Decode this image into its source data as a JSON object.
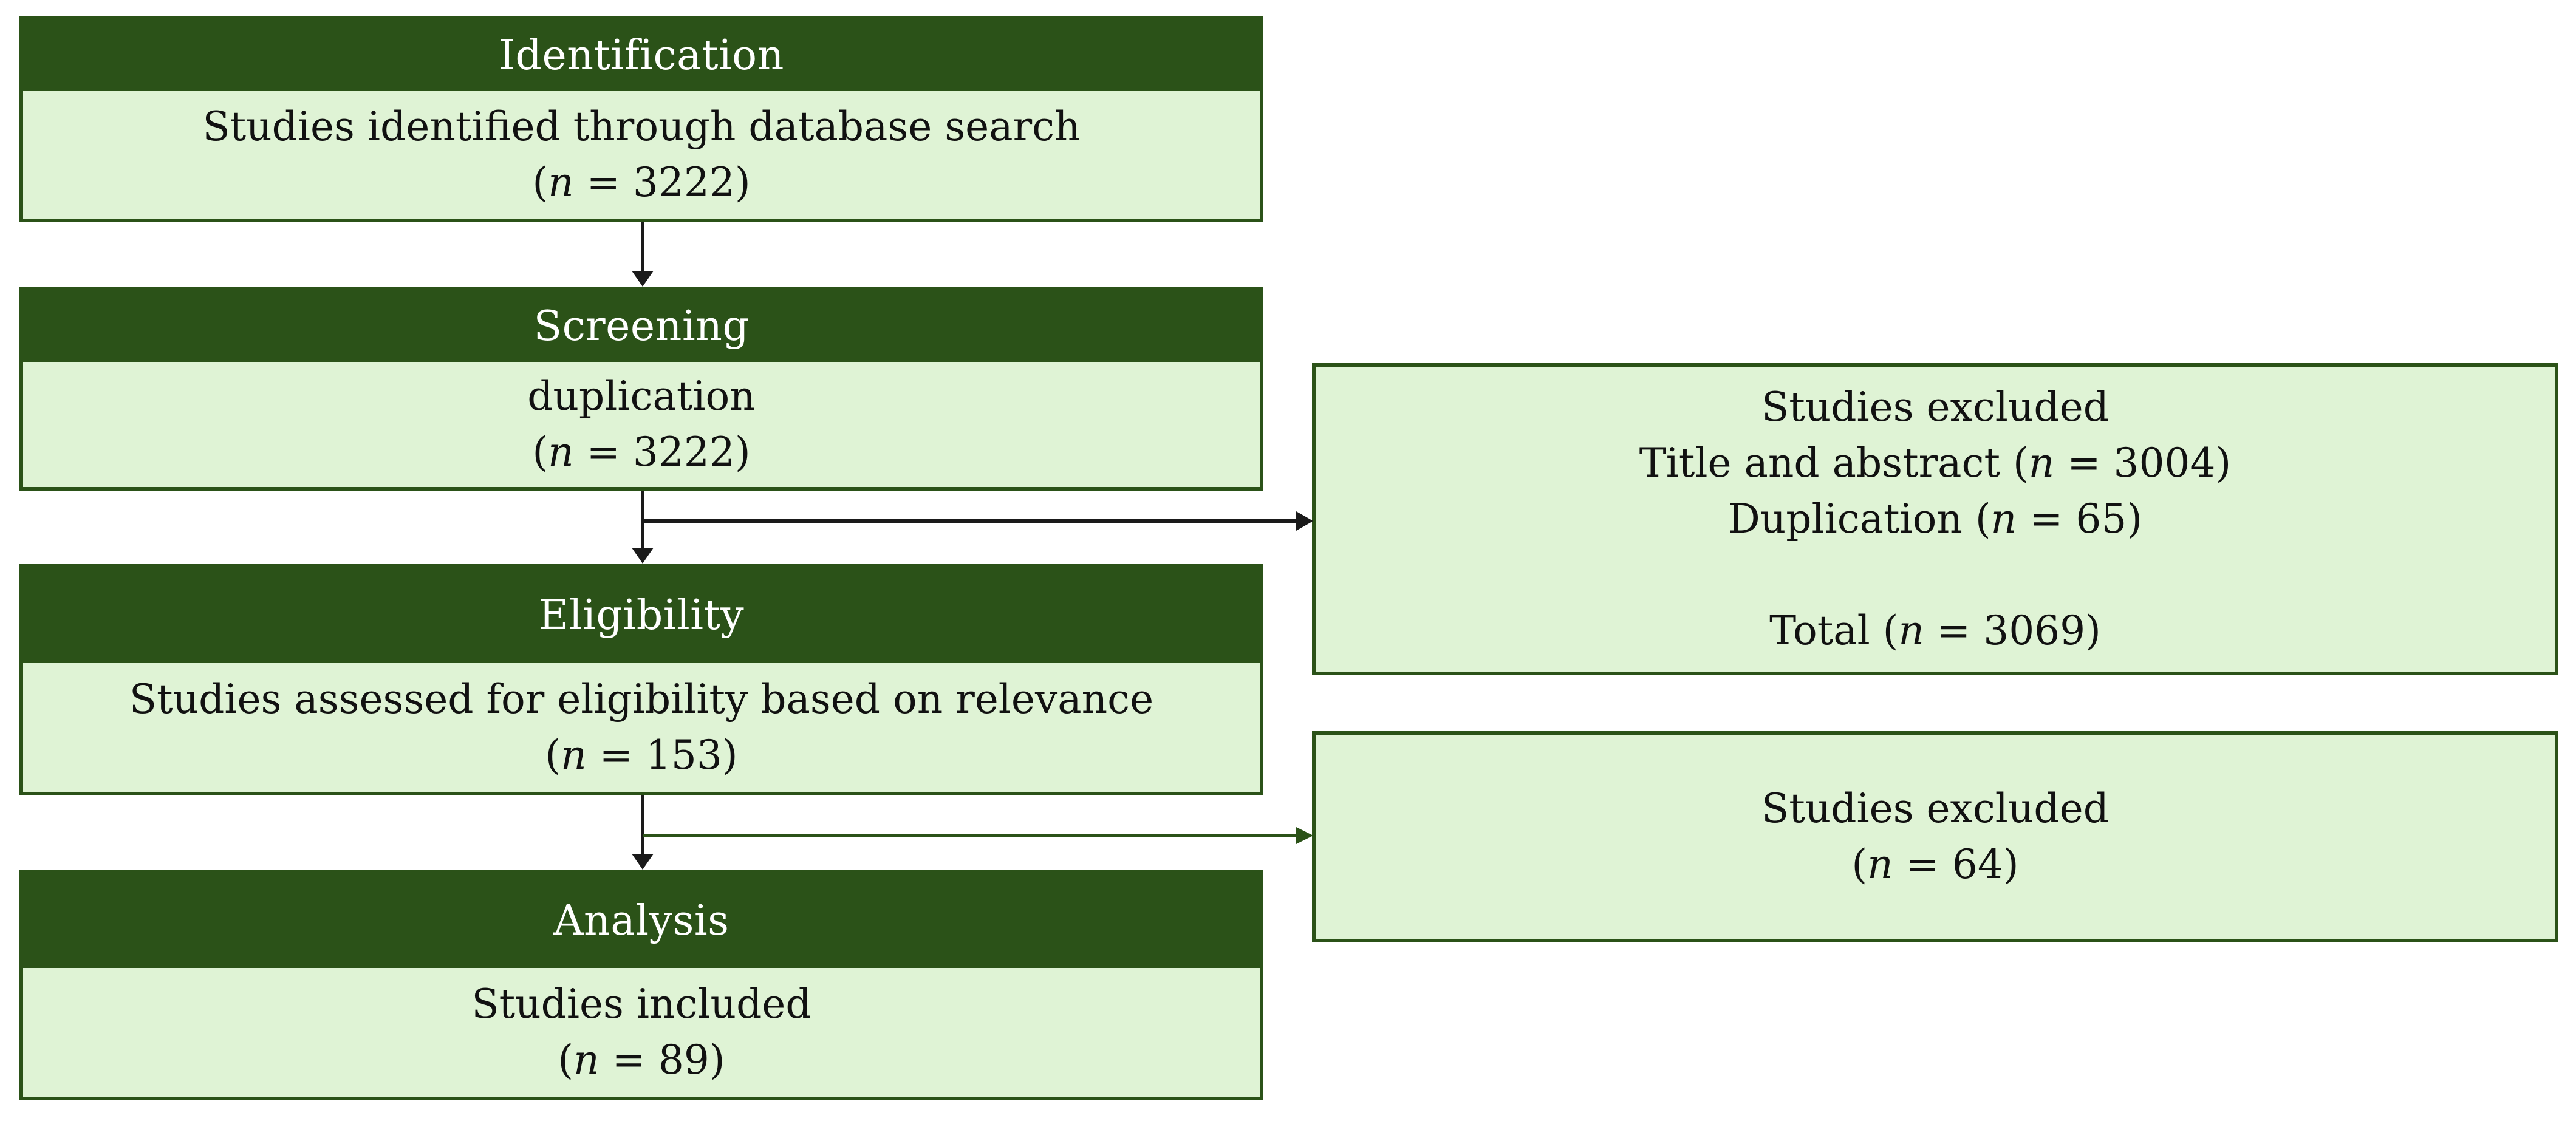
{
  "stages": [
    {
      "key": "identification",
      "header": "Identification",
      "line1": "Studies identified through database search",
      "n_value": "3222"
    },
    {
      "key": "screening",
      "header": "Screening",
      "line1": "duplication",
      "n_value": "3222"
    },
    {
      "key": "eligibility",
      "header": "Eligibility",
      "line1": "Studies assessed for eligibility based on relevance",
      "n_value": "153"
    },
    {
      "key": "analysis",
      "header": "Analysis",
      "line1": "Studies included",
      "n_value": "89"
    }
  ],
  "excluded_screening": {
    "title": "Studies excluded",
    "title_abstract_label": "Title and abstract",
    "title_abstract_n": "3004",
    "duplication_label": "Duplication",
    "duplication_n": "65",
    "total_label": "Total",
    "total_n": "3069"
  },
  "excluded_eligibility": {
    "title": "Studies excluded",
    "n_value": "64"
  },
  "notation": {
    "n_symbol": "n",
    "equals": " = ",
    "open_paren": "(",
    "close_paren": ")"
  },
  "colors": {
    "header_fill": "#2b5218",
    "box_fill": "#dff3d5",
    "border": "#2b5218",
    "arrow": "#1a1a1a"
  }
}
